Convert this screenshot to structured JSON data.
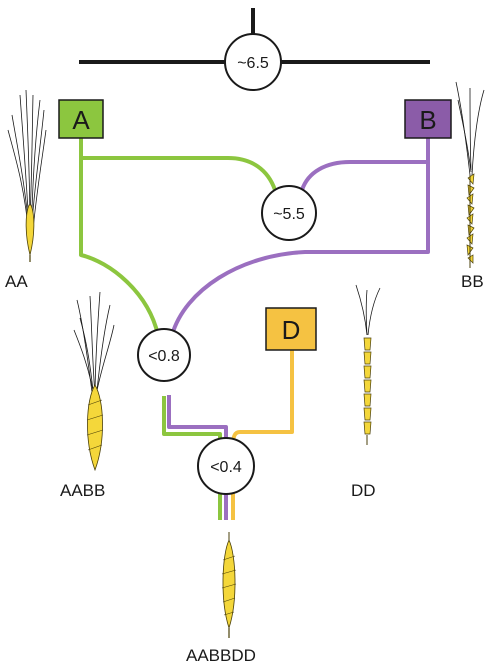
{
  "genomes": {
    "A": {
      "label": "A",
      "color": "#8cc63f"
    },
    "B": {
      "label": "B",
      "color": "#8b5ca8"
    },
    "D": {
      "label": "D",
      "color": "#f5c242"
    }
  },
  "line_colors": {
    "black": "#1a1a1a",
    "green": "#8cc63f",
    "purple": "#9b6fc0",
    "yellow": "#f5c242"
  },
  "divergence_nodes": {
    "ab_split": "~6.5",
    "d_origin": "~5.5",
    "tetraploid": "<0.8",
    "hexaploid": "<0.4"
  },
  "species": {
    "aa": "AA",
    "bb": "BB",
    "aabb": "AABB",
    "dd": "DD",
    "aabbdd": "AABBDD"
  }
}
